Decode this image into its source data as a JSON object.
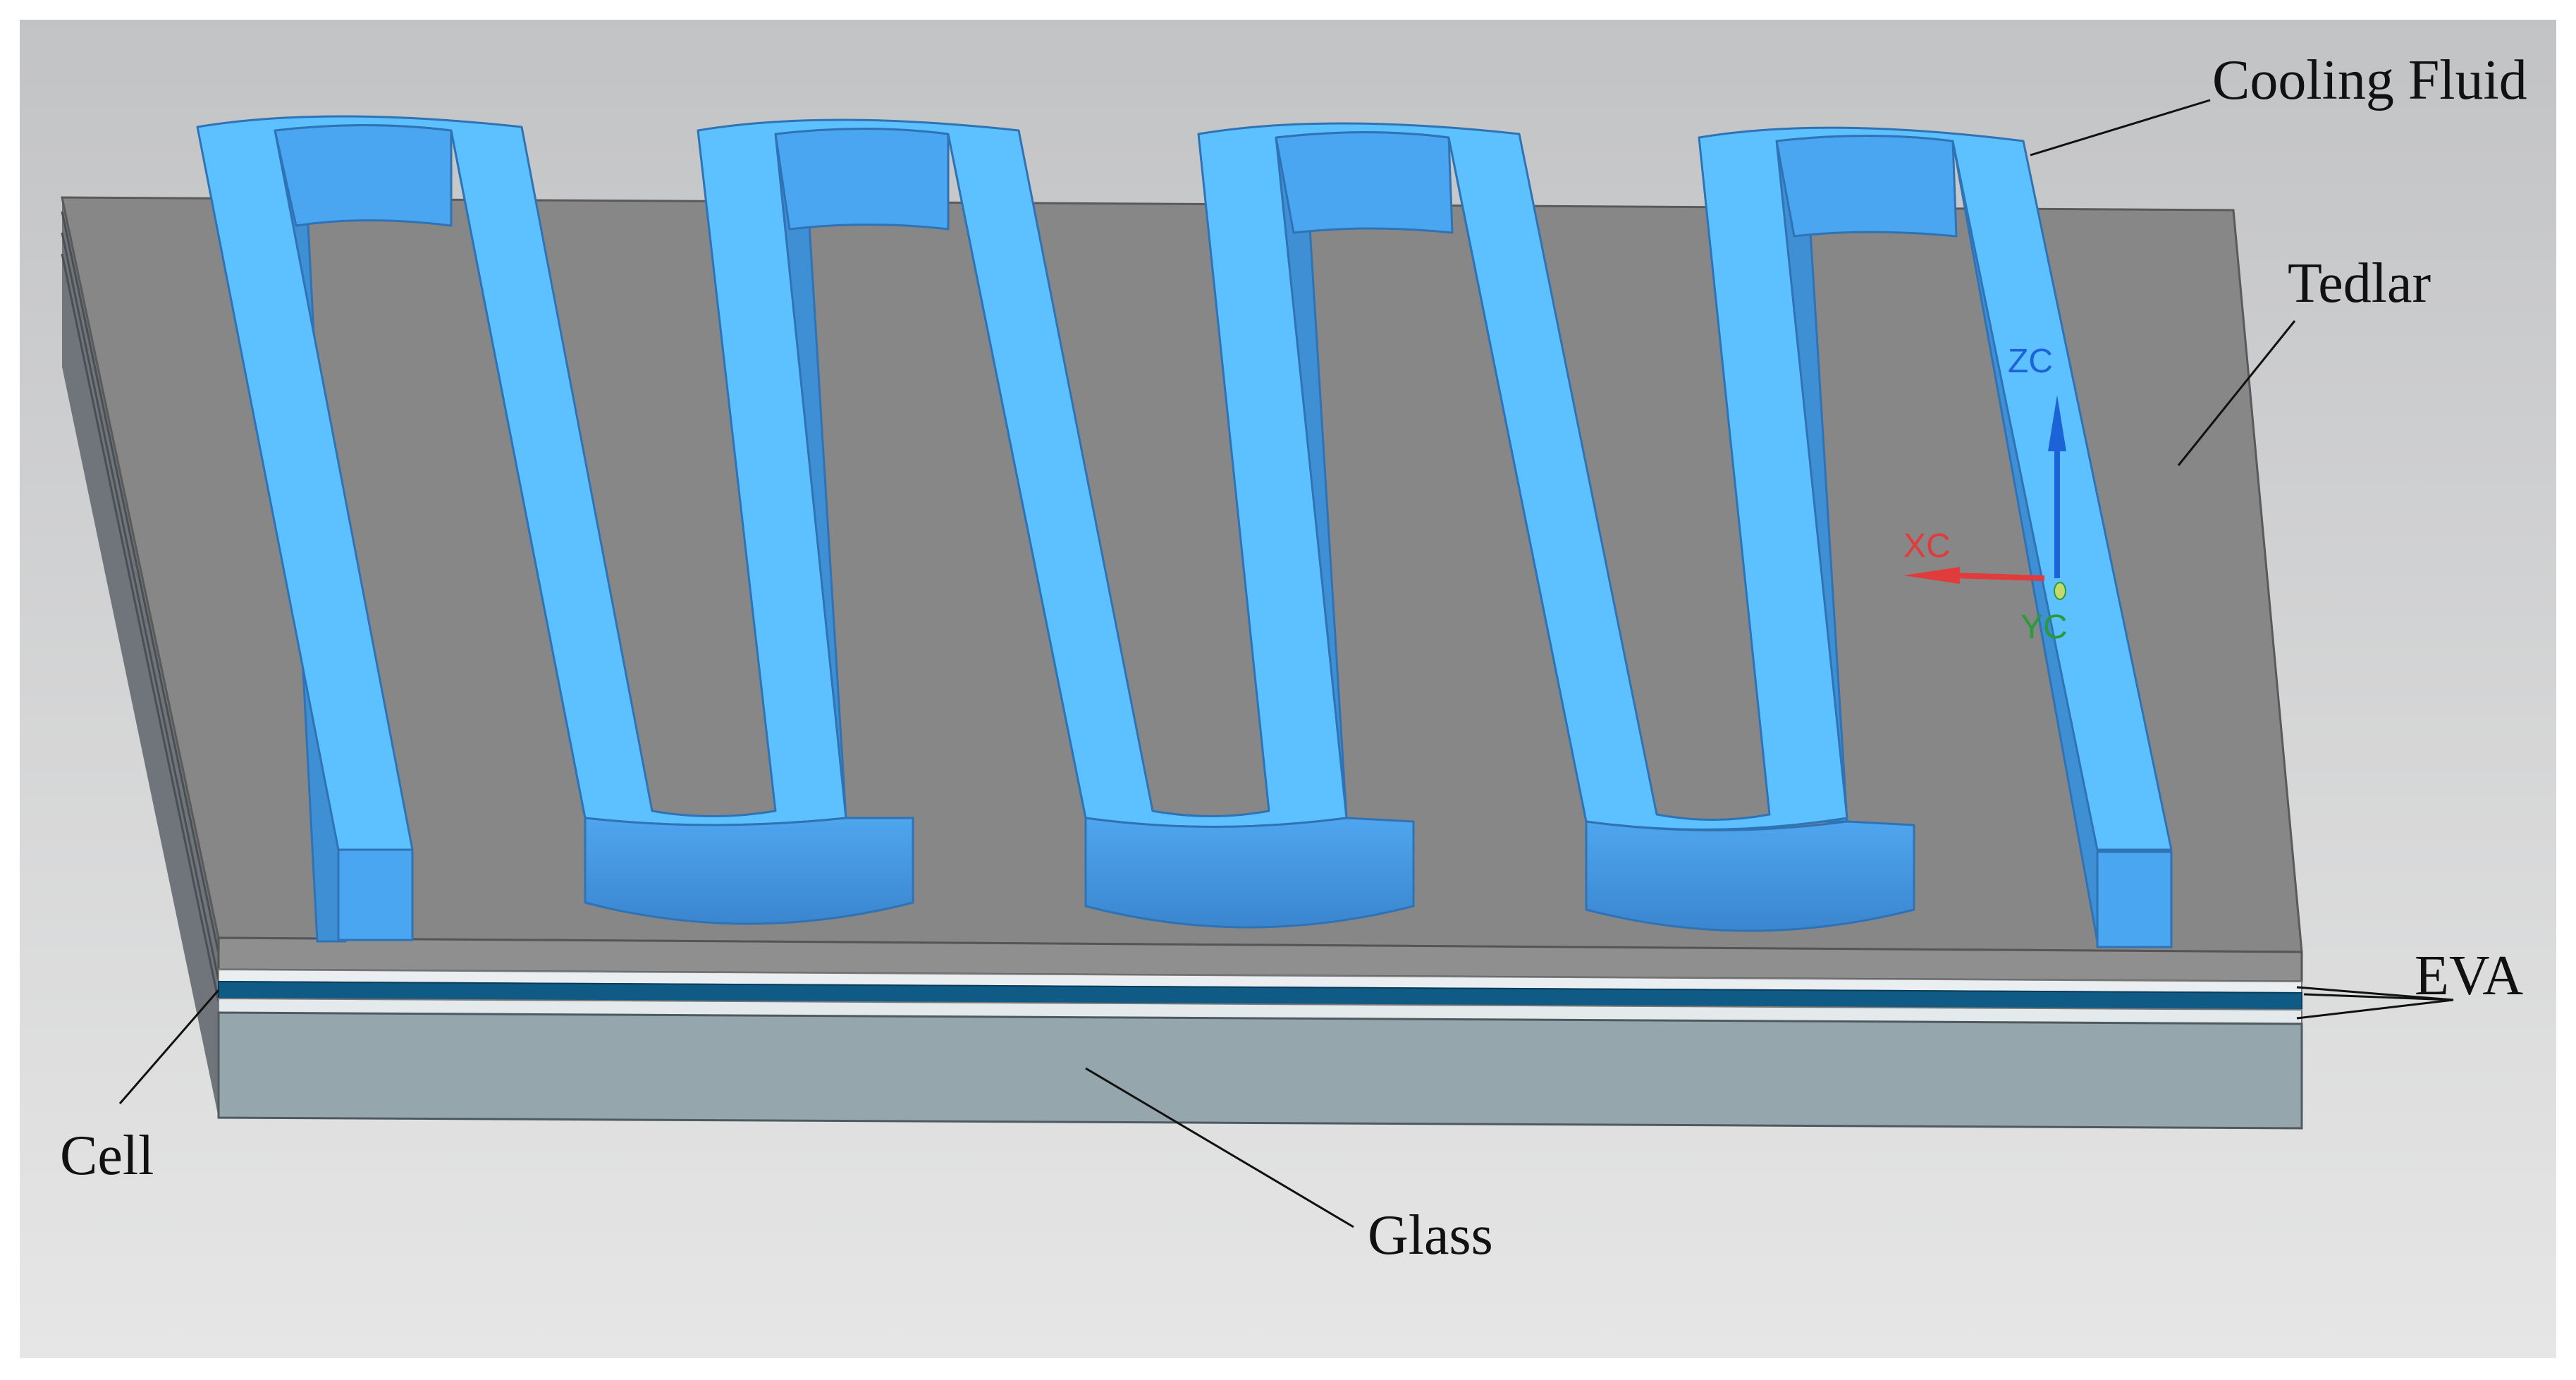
{
  "labels": {
    "cooling_fluid": "Cooling Fluid",
    "tedlar": "Tedlar",
    "eva": "EVA",
    "cell": "Cell",
    "glass": "Glass"
  },
  "axes": {
    "zc": "ZC",
    "xc": "XC",
    "yc": "YC"
  },
  "colors": {
    "background_top": "#c3c4c6",
    "background_bottom": "#e8e8e8",
    "tedlar_top": "#878787",
    "tedlar_front": "#8e8e8e",
    "eva": "#e9edf0",
    "cell": "#0f5b86",
    "glass": "#95a6ad",
    "fluid_top": "#5ec1ff",
    "fluid_side": "#3f8fd4",
    "fluid_inner": "#4aa6f0",
    "axis_z": "#1b63d6",
    "axis_x": "#e23b3b",
    "axis_y": "#2a9a3a"
  }
}
